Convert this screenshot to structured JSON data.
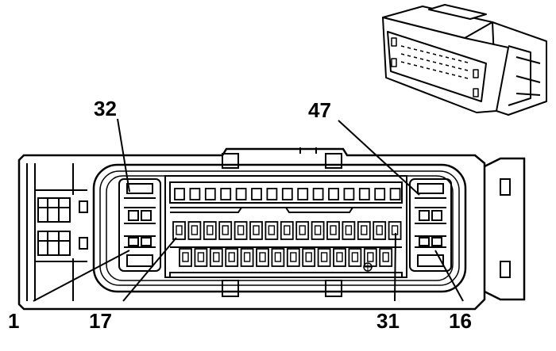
{
  "diagram": {
    "pin_labels": {
      "top_left": "32",
      "top_right": "47",
      "bottom_left_1": "1",
      "bottom_left_2": "17",
      "bottom_right_1": "31",
      "bottom_right_2": "16"
    },
    "upper_row_cavities": 15,
    "lower_row_cavities": 14
  }
}
